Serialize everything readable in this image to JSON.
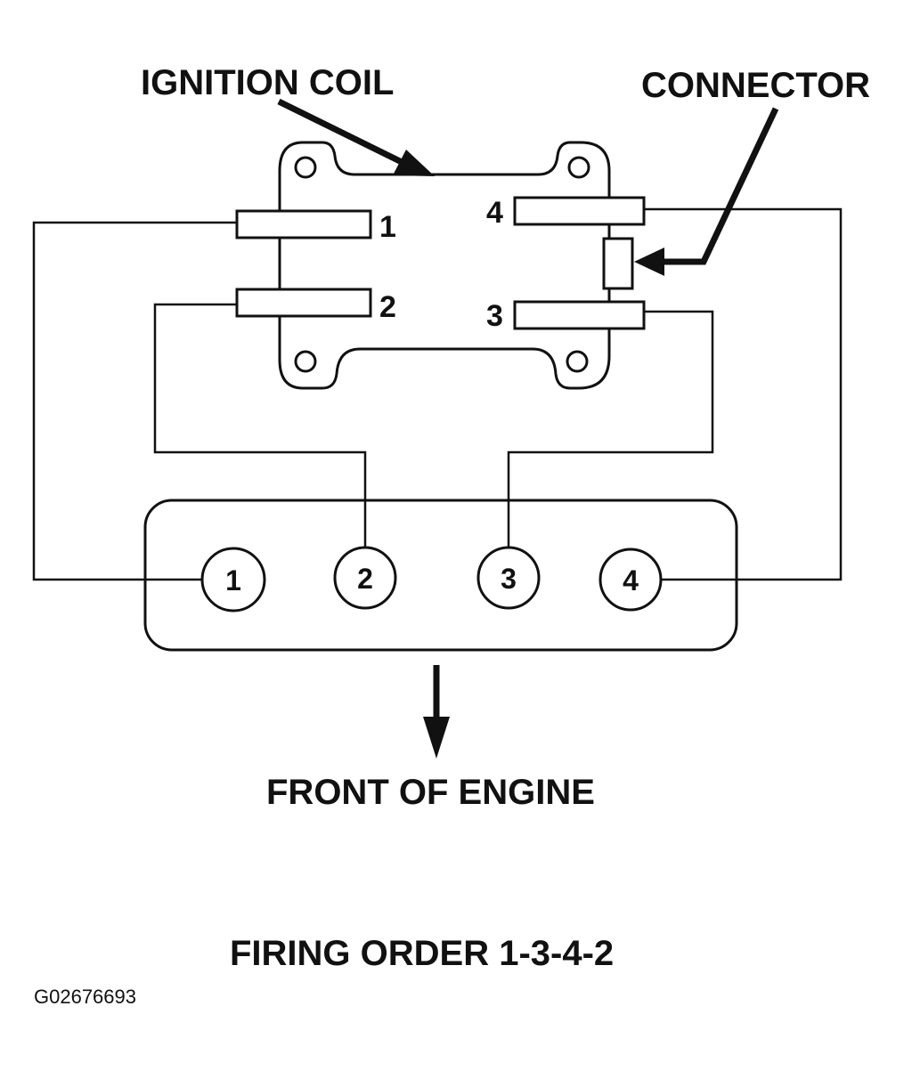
{
  "labels": {
    "ignition_coil": "IGNITION COIL",
    "connector": "CONNECTOR",
    "front_of_engine": "FRONT OF ENGINE",
    "firing_order": "FIRING ORDER 1-3-4-2",
    "figure_id": "G02676693"
  },
  "coil_terminals": [
    "1",
    "2",
    "3",
    "4"
  ],
  "cylinders": [
    "1",
    "2",
    "3",
    "4"
  ]
}
